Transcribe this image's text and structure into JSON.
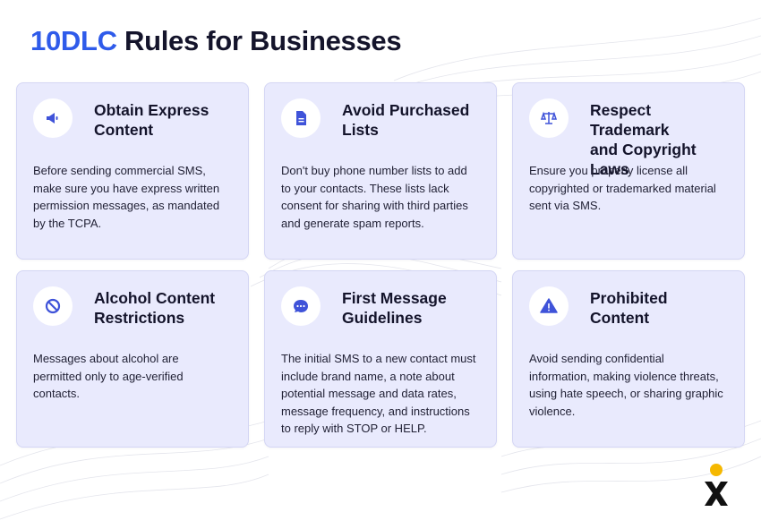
{
  "title": {
    "accent": "10DLC",
    "rest": " Rules for Businesses"
  },
  "colors": {
    "accent": "#2f5bea",
    "card_bg": "#e9eafd",
    "icon": "#3f53d9",
    "logo_dot": "#f5b800"
  },
  "cards": [
    {
      "icon": "megaphone-icon",
      "title": "Obtain Express\nContent",
      "body": "Before sending commercial SMS, make sure you have express written permission messages, as mandated by the TCPA."
    },
    {
      "icon": "document-icon",
      "title": "Avoid Purchased\nLists",
      "body": "Don't buy phone number lists to add to your contacts. These lists lack consent for sharing with third parties and generate spam reports."
    },
    {
      "icon": "scales-icon",
      "title": "Respect Trademark\nand Copyright Laws",
      "body": "Ensure you properly license all copyrighted or trademarked material sent via SMS."
    },
    {
      "icon": "prohibited-icon",
      "title": "Alcohol Content\nRestrictions",
      "body": "Messages about alcohol are permitted only to age-verified contacts."
    },
    {
      "icon": "chat-bubble-icon",
      "title": "First Message\nGuidelines",
      "body": "The initial SMS to a new contact must include brand name, a note about potential message and data rates, message frequency, and instructions to reply with STOP or HELP."
    },
    {
      "icon": "warning-icon",
      "title": "Prohibited\nContent",
      "body": "Avoid sending confidential information, making violence threats, using hate speech, or sharing graphic violence."
    }
  ],
  "logo": {
    "icon": "x-logo-icon"
  }
}
